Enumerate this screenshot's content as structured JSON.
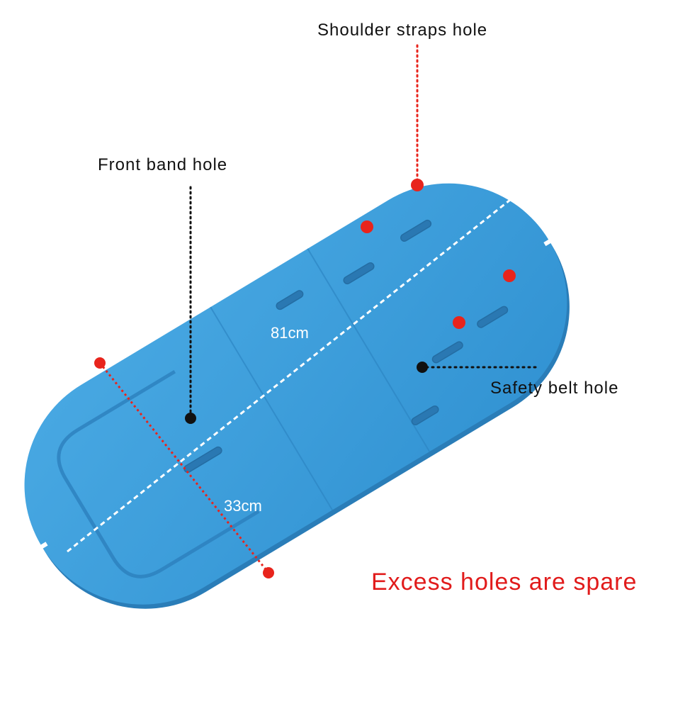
{
  "labels": {
    "shoulder_straps_hole": "Shoulder straps hole",
    "front_band_hole": "Front band hole",
    "safety_belt_hole": "Safety belt hole",
    "length": "81cm",
    "width": "33cm",
    "note": "Excess holes are spare"
  },
  "colors": {
    "pad": "#3a9ddb",
    "pad_edge": "#2f86c2",
    "pad_shadow": "#2c7fb9",
    "hole_marker": "#e8241c",
    "callout_black": "#111111",
    "dimension_line": "#ffffff",
    "note_text": "#e11b1b",
    "label_text": "#111111"
  }
}
